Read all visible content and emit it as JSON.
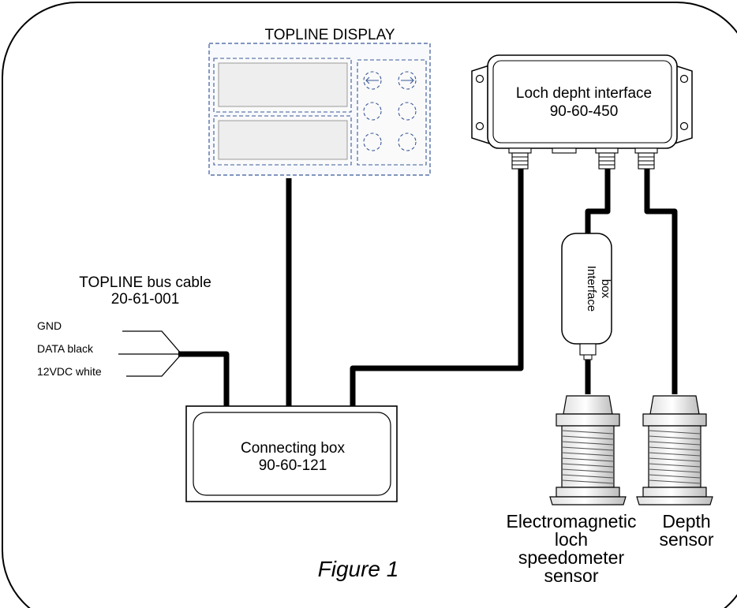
{
  "figure_caption": "Figure 1",
  "display": {
    "title": "TOPLINE DISPLAY"
  },
  "interface": {
    "line1": "Loch depht interface",
    "line2": "90-60-450"
  },
  "bus_cable": {
    "line1": "TOPLINE bus cable",
    "line2": "20-61-001"
  },
  "wires": {
    "gnd": "GND",
    "data": "DATA black",
    "power": "12VDC white"
  },
  "connecting_box": {
    "line1": "Connecting box",
    "line2": "90-60-121"
  },
  "interface_box": {
    "line1": "Interface",
    "line2": "box"
  },
  "sensors": {
    "speed": [
      "Electromagnetic",
      "loch",
      "speedometer",
      "sensor"
    ],
    "depth": [
      "Depth",
      "sensor"
    ]
  }
}
